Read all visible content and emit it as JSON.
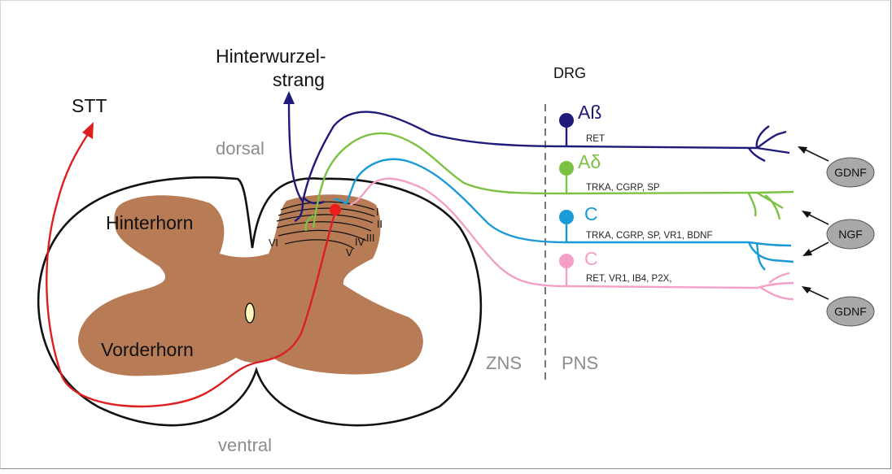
{
  "labels": {
    "stt": "STT",
    "hinterwurzel_line1": "Hinterwurzel-",
    "hinterwurzel_line2": "strang",
    "dorsal": "dorsal",
    "ventral": "ventral",
    "hinterhorn": "Hinterhorn",
    "vorderhorn": "Vorderhorn",
    "drg": "DRG",
    "zns": "ZNS",
    "pns": "PNS"
  },
  "laminae": [
    "I",
    "II",
    "III",
    "IV",
    "V",
    "VI"
  ],
  "fibers": [
    {
      "name": "Aß",
      "markers": "RET",
      "color": "#1f1a7a"
    },
    {
      "name": "Aδ",
      "markers": "TRKA, CGRP, SP",
      "color": "#7cc242"
    },
    {
      "name": "C",
      "markers": "TRKA, CGRP, SP, VR1, BDNF",
      "color": "#1a9ad7"
    },
    {
      "name": "C",
      "markers": "RET, VR1, IB4, P2X,",
      "color": "#f4a0c6"
    }
  ],
  "factors": [
    "GDNF",
    "NGF",
    "GDNF"
  ],
  "colors": {
    "grey_matter": "#b77b55",
    "stt_tract": "#dd1f1f",
    "neuron": "#ee1c1c",
    "canal": "#fff6c0",
    "factor_bubble": "#a9a9a9"
  }
}
